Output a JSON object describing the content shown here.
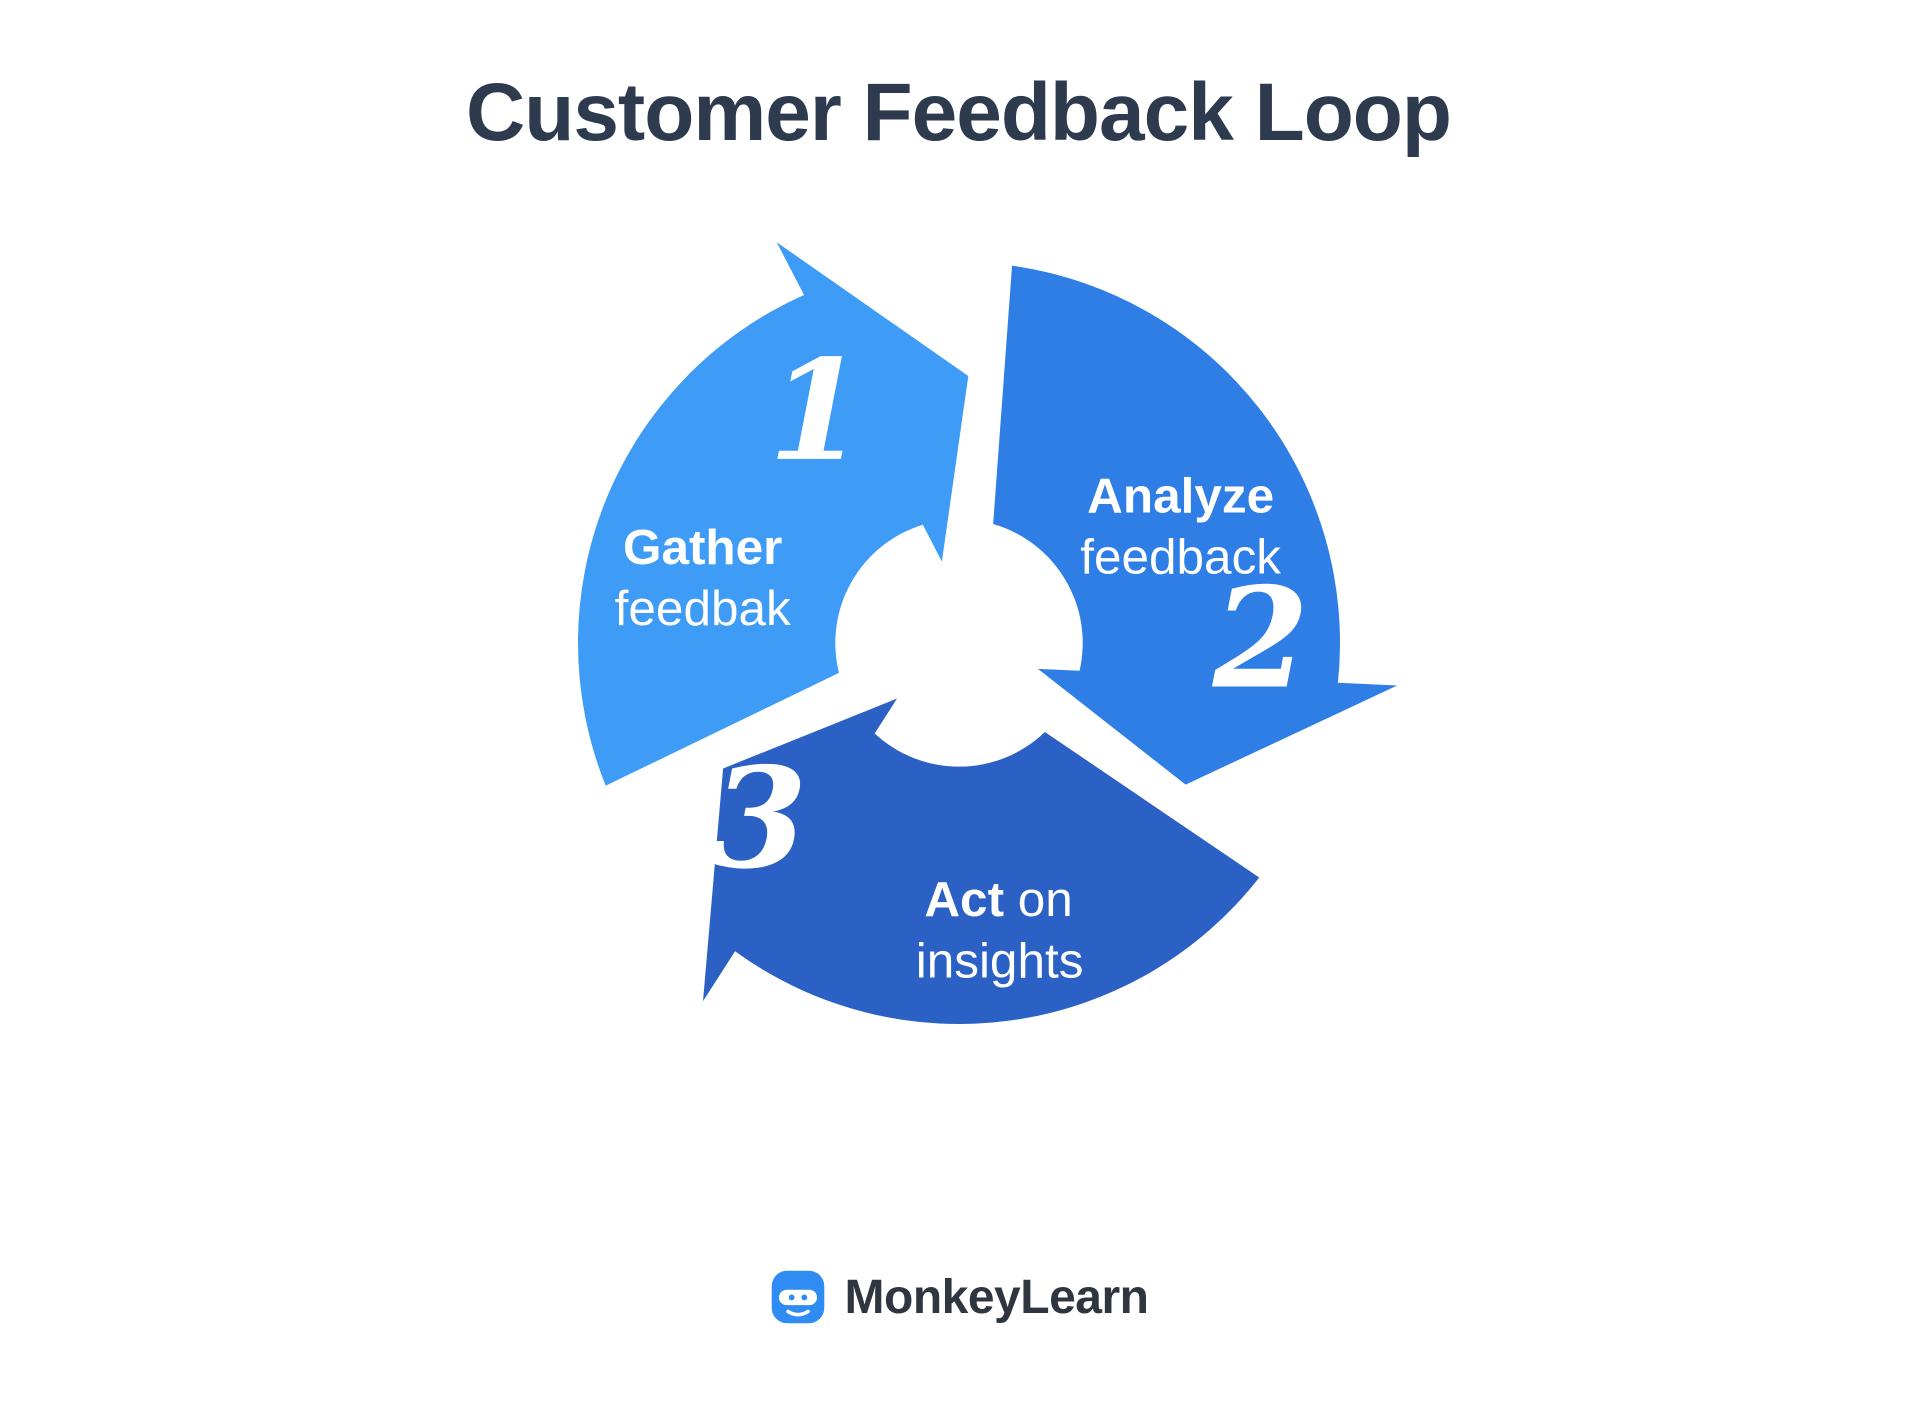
{
  "title": "Customer Feedback Loop",
  "diagram": {
    "name": "customer-feedback-loop-cycle",
    "segments": [
      {
        "number": "1",
        "line1_bold": "Gather",
        "line1_rest": "",
        "line2": "feedbak",
        "color": "#3e9cf7"
      },
      {
        "number": "2",
        "line1_bold": "Analyze",
        "line1_rest": "",
        "line2": "feedback",
        "color": "#2e7ee6"
      },
      {
        "number": "3",
        "line1_bold": "Act",
        "line1_rest": " on",
        "line2": "insights",
        "color": "#2b61c4"
      }
    ]
  },
  "footer": {
    "brand": "MonkeyLearn",
    "logo_icon": "monkey-icon",
    "logo_color": "#2f8cf2"
  },
  "colors": {
    "background": "#ffffff",
    "title_text": "#2e3a4e",
    "segment_label_text": "#ffffff",
    "brand_text": "#2f3640"
  }
}
